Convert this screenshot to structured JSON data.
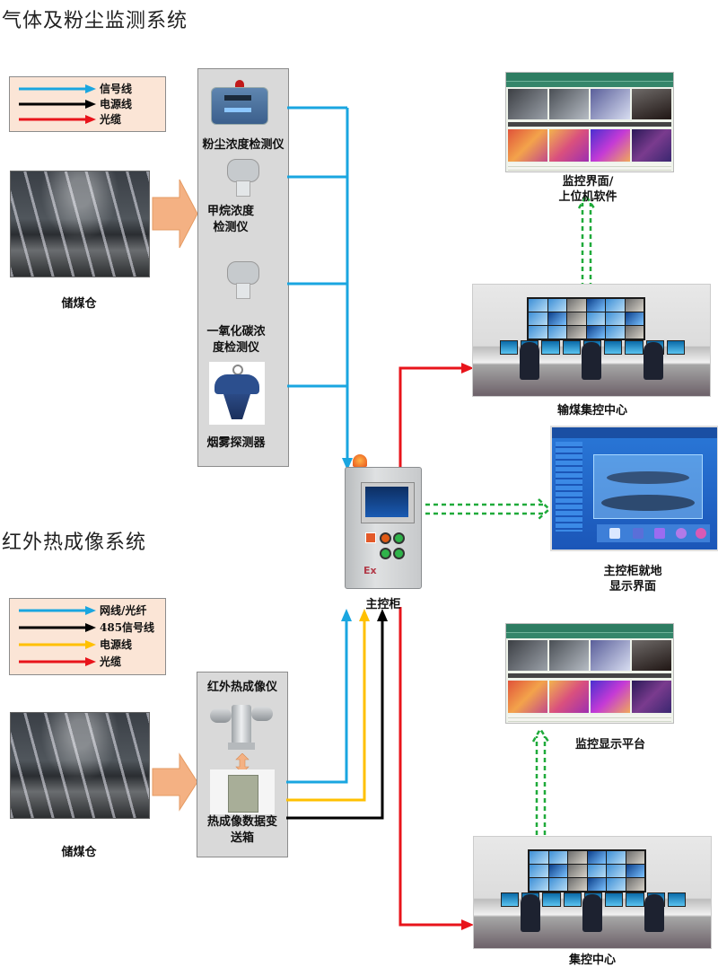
{
  "sections": {
    "gas_title": "气体及粉尘监测系统",
    "infrared_title": "红外热成像系统"
  },
  "legend_top": [
    {
      "label": "信号线",
      "color": "#1aa6e0"
    },
    {
      "label": "电源线",
      "color": "#000000"
    },
    {
      "label": "光缆",
      "color": "#e8141b"
    }
  ],
  "legend_bottom": [
    {
      "label": "网线/光纤",
      "color": "#1aa6e0"
    },
    {
      "label": "485信号线",
      "color": "#000000"
    },
    {
      "label": "电源线",
      "color": "#ffc000"
    },
    {
      "label": "光缆",
      "color": "#e8141b"
    }
  ],
  "sources": {
    "top_warehouse": "储煤仓",
    "bottom_warehouse": "储煤仓"
  },
  "gas_devices": [
    {
      "icon": "dust-detector-icon",
      "label": "粉尘浓度检测仪"
    },
    {
      "icon": "gas-detector-icon",
      "label_lines": [
        "甲烷浓度",
        "检测仪"
      ]
    },
    {
      "icon": "gas-detector-icon",
      "label_lines": [
        "一氧化碳浓",
        "度检测仪"
      ]
    },
    {
      "icon": "smoke-detector-icon",
      "label": "烟雾探测器"
    }
  ],
  "infrared_devices": {
    "camera_label": "红外热成像仪",
    "box_label_lines": [
      "热成像数据变",
      "送箱"
    ]
  },
  "main_cabinet": {
    "label": "主控柜",
    "badge": "Ex"
  },
  "outputs": {
    "monitor_ui_lines": [
      "监控界面/",
      "上位机软件"
    ],
    "coal_control_center": "输煤集控中心",
    "local_display_lines": [
      "主控柜就地",
      "显示界面"
    ],
    "monitor_platform": "监控显示平台",
    "control_center": "集控中心"
  },
  "colors": {
    "signal": "#1aa6e0",
    "power": "#ffc000",
    "black": "#000000",
    "fiber": "#e8141b",
    "network": "#1faa3a",
    "flow_arrow": "#f4b183"
  }
}
